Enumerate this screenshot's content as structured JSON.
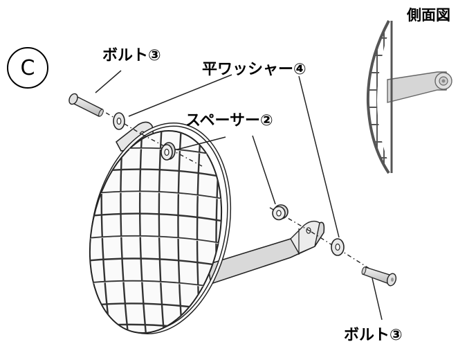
{
  "step_label": "C",
  "side_view_label": "側面図",
  "parts": {
    "bolt_top": "ボルト③",
    "flat_washer": "平ワッシャー④",
    "spacer": "スペーサー②",
    "bolt_bottom": "ボルト③"
  }
}
